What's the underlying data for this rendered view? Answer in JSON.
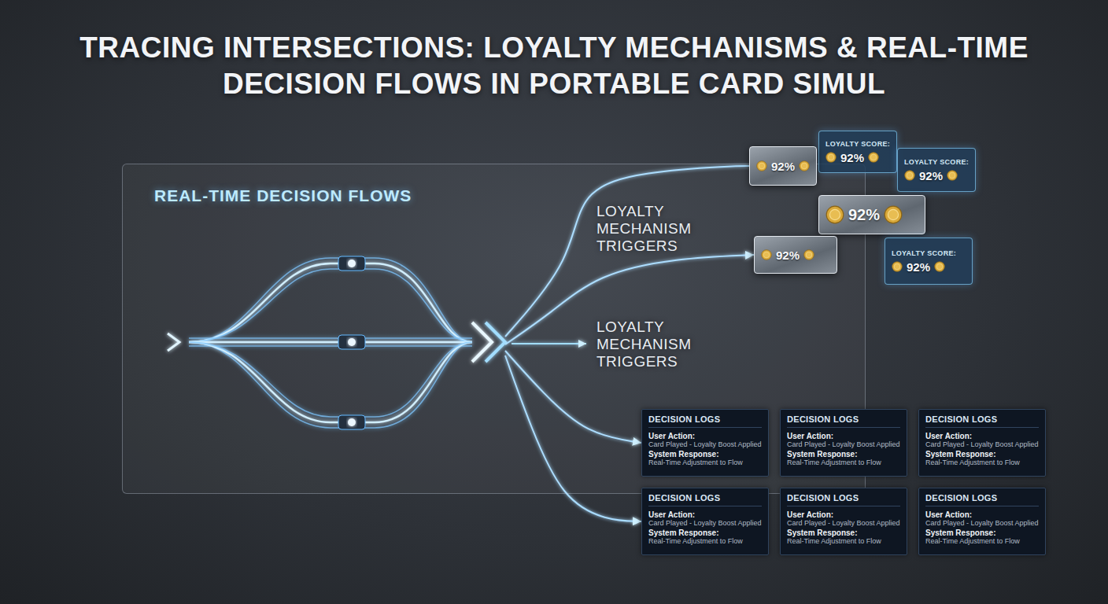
{
  "diagram": {
    "title": "TRACING INTERSECTIONS: LOYALTY MECHANISMS & REAL-TIME DECISION FLOWS IN PORTABLE CARD SIMUL",
    "nodes": [
      {
        "text": [
          "REAL-TIME DECISION FLOWS"
        ]
      },
      {
        "text": [
          "LOYALTY SCORE:",
          "92%"
        ]
      },
      {
        "text": [
          "LOYALTY SCORE:",
          "92%"
        ]
      },
      {
        "text": [
          "92%"
        ]
      },
      {
        "text": [
          "92%"
        ]
      },
      {
        "text": [
          "92%"
        ]
      },
      {
        "text": [
          "LOYALTY SCORE:",
          "92%"
        ]
      },
      {
        "text": [
          "DECISION LOGS",
          "User Action:",
          "Card Played - Loyalty Boost Applied",
          "System Response:",
          "Real-Time Adjustment to Flow"
        ]
      },
      {
        "text": [
          "DECISION LOGS",
          "User Action:",
          "Card Played - Loyalty Boost Applied",
          "System Response:",
          "Real-Time Adjustment to Flow"
        ]
      },
      {
        "text": [
          "DECISION LOGS",
          "User Action:",
          "Card Played - Loyalty Boost Applied",
          "System Response:",
          "Real-Time Adjustment to Flow"
        ]
      },
      {
        "text": [
          "DECISION LOGS",
          "User Action:",
          "Card Played - Loyalty Boost Applied",
          "System Response:",
          "Real-Time Adjustment to Flow"
        ]
      },
      {
        "text": [
          "DECISION LOGS",
          "User Action:",
          "Card Played - Loyalty Boost Applied",
          "System Response:",
          "Real-Time Adjustment to Flow"
        ]
      },
      {
        "text": [
          "DECISION LOGS",
          "User Action:",
          "Card Played - Loyalty Boost Applied",
          "System Response:",
          "Real-Time Adjustment to Flow"
        ]
      }
    ],
    "edges": [
      {
        "from": 0,
        "to": 3,
        "arrow": "none"
      },
      {
        "from": 0,
        "to": 5,
        "arrow": "to"
      },
      {
        "from": 0,
        "to": 7,
        "arrow": "to"
      },
      {
        "from": 0,
        "to": 10,
        "arrow": "to"
      }
    ],
    "labels": [
      "LOYALTY MECHANISM TRIGGERS",
      "LOYALTY MECHANISM TRIGGERS"
    ]
  }
}
